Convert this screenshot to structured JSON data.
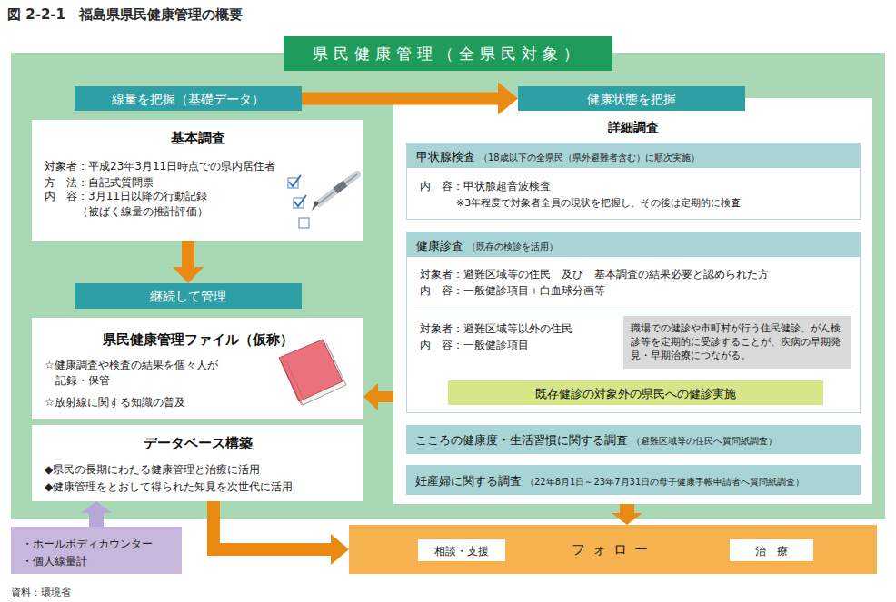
{
  "diagram": {
    "title": "図 2-2-1　福島県県民健康管理の概要",
    "caption": "資料：環境省",
    "nodes": [
      {
        "text": [
          "県民健康管理（全県民対象）"
        ]
      },
      {
        "text": [
          "線量を把握（基礎データ）"
        ],
        "in": 0
      },
      {
        "text": [
          "基本調査",
          "対象者：平成23年3月11日時点での県内居住者",
          "方　法：自記式質問票",
          "内　容：3月11日以降の行動記録 （被ばく線量の推計評価）"
        ],
        "in": 0
      },
      {
        "text": [
          "継続して管理"
        ],
        "in": 0
      },
      {
        "text": [
          "県民健康管理ファイル（仮称）",
          "☆健康調査や検査の結果を個々人が 記録・保管",
          "☆放射線に関する知識の普及"
        ],
        "in": 0
      },
      {
        "text": [
          "データベース構築",
          "◆県民の長期にわたる健康管理と治療に活用",
          "◆健康管理をとおして得られた知見を次世代に活用"
        ],
        "in": 0
      },
      {
        "text": [
          "健康状態を把握"
        ],
        "in": 0
      },
      {
        "text": [
          "詳細調査"
        ],
        "in": 0
      },
      {
        "text": [
          "甲状腺検査",
          "（18歳以下の全県民（県外避難者含む）に順次実施）",
          "内　容：甲状腺超音波検査",
          "※3年程度で対象者全員の現状を把握し、その後は定期的に検査"
        ],
        "in": 7
      },
      {
        "text": [
          "健康診査",
          "（既存の検診を活用）",
          "対象者：避難区域等の住民　及び　基本調査の結果必要と認められた方",
          "内　容：一般健診項目＋白血球分画等",
          "対象者：避難区域等以外の住民",
          "内　容：一般健診項目"
        ],
        "in": 7
      },
      {
        "text": [
          "職場での健診や市町村が行う住民健診、がん検診等を定期的に受診することが、疾病の早期発見・早期治療につながる。"
        ],
        "in": 9
      },
      {
        "text": [
          "既存健診の対象外の県民への健診実施"
        ],
        "in": 9
      },
      {
        "text": [
          "こころの健康度・生活習慣に関する調査",
          "（避難区域等の住民へ質問紙調査）"
        ],
        "in": 7
      },
      {
        "text": [
          "妊産婦に関する調査",
          "（22年8月1日～23年7月31日の母子健康手帳申請者へ質問紙調査）"
        ],
        "in": 7
      },
      {
        "text": [
          "・ホールボディカウンター",
          "・個人線量計"
        ]
      },
      {
        "text": [
          "フォロー"
        ]
      },
      {
        "text": [
          "相談・支援"
        ],
        "in": 15
      },
      {
        "text": [
          "治　療"
        ],
        "in": 15
      }
    ],
    "edges": [
      {
        "from": 1,
        "to": 6,
        "arrow": "to"
      },
      {
        "from": 2,
        "to": 3,
        "arrow": "to"
      },
      {
        "from": 7,
        "to": 4,
        "arrow": "to"
      },
      {
        "from": 14,
        "to": 5,
        "arrow": "to"
      },
      {
        "from": 5,
        "to": 15,
        "arrow": "to"
      },
      {
        "from": 7,
        "to": 15,
        "arrow": "to"
      }
    ]
  }
}
